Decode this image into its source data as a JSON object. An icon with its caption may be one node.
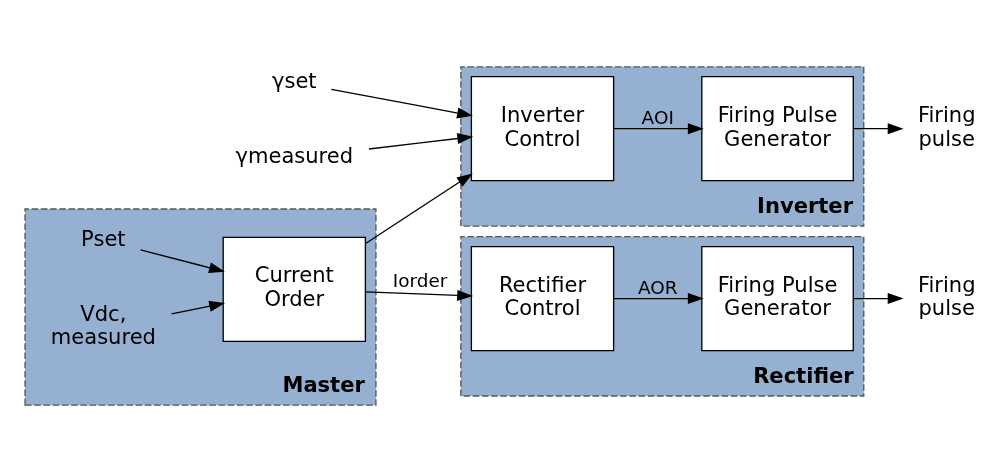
{
  "diagram": {
    "nodes": [
      {
        "text": [
          "Master"
        ]
      },
      {
        "text": [
          "Current Order"
        ],
        "in": 0
      },
      {
        "text": [
          "Rectifier"
        ]
      },
      {
        "text": [
          "Rectifier Control"
        ],
        "in": 2
      },
      {
        "text": [
          "Firing Pulse Generator"
        ],
        "in": 2
      },
      {
        "text": [
          "Inverter"
        ]
      },
      {
        "text": [
          "Inverter Control"
        ],
        "in": 5
      },
      {
        "text": [
          "Firing Pulse Generator"
        ],
        "in": 5
      },
      {
        "text": [
          "Pset"
        ],
        "in": 0
      },
      {
        "text": [
          "Vdc, measured"
        ],
        "in": 0
      },
      {
        "text": [
          "γset"
        ]
      },
      {
        "text": [
          "γmeasured"
        ]
      },
      {
        "text": [
          "Firing pulse"
        ]
      },
      {
        "text": [
          "Firing pulse"
        ]
      }
    ],
    "edges": [
      {
        "from": 8,
        "to": 1,
        "arrow": "to"
      },
      {
        "from": 9,
        "to": 1,
        "arrow": "to"
      },
      {
        "from": 1,
        "to": 3,
        "arrow": "to",
        "label": "Iorder"
      },
      {
        "from": 1,
        "to": 6,
        "arrow": "to"
      },
      {
        "from": 3,
        "to": 4,
        "arrow": "to",
        "label": "AOR"
      },
      {
        "from": 4,
        "to": 12,
        "arrow": "to"
      },
      {
        "from": 10,
        "to": 6,
        "arrow": "to"
      },
      {
        "from": 11,
        "to": 6,
        "arrow": "to"
      },
      {
        "from": 6,
        "to": 7,
        "arrow": "to",
        "label": "AOI"
      },
      {
        "from": 7,
        "to": 13,
        "arrow": "to"
      }
    ]
  }
}
